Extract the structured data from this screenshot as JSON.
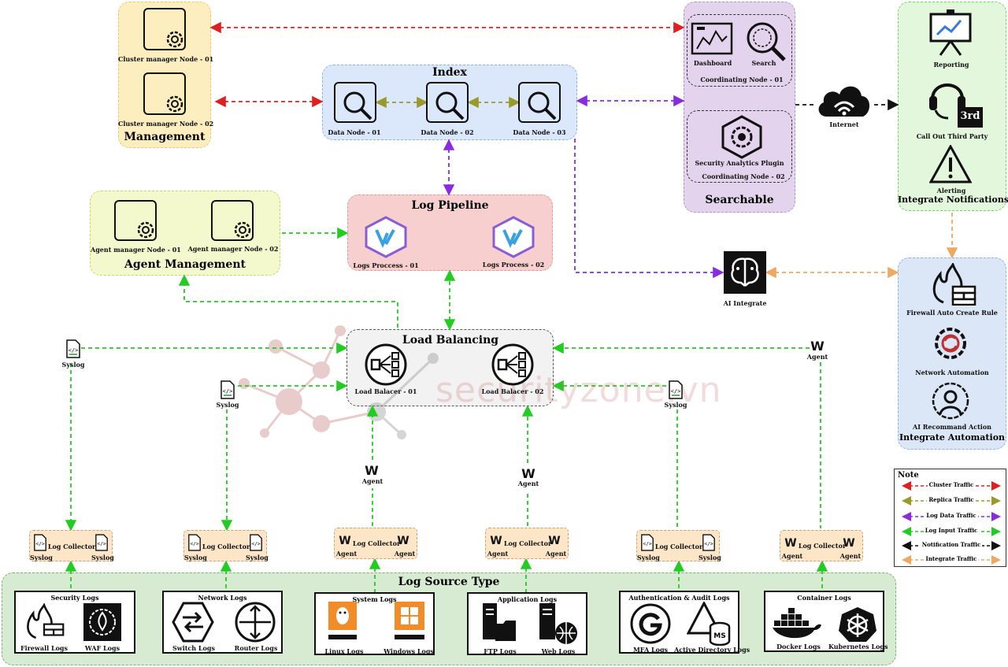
{
  "groups": {
    "management": {
      "title": "Management",
      "nodes": [
        "Cluster manager Node - 01",
        "Cluster manager Node - 02"
      ]
    },
    "index": {
      "title": "Index",
      "nodes": [
        "Data Node - 01",
        "Data Node - 02",
        "Data Node - 03"
      ]
    },
    "searchable": {
      "title": "Searchable",
      "coord1": {
        "items": [
          "Dashboard",
          "Search"
        ],
        "label": "Coordinating Node - 01"
      },
      "coord2": {
        "plugin": "Security Analytics Plugin",
        "label": "Coordinating Node - 02"
      }
    },
    "notifications": {
      "title": "Integrate Notifications",
      "items": [
        "Reporting",
        "Call Out Third Party",
        "Alerting"
      ],
      "badge": "3rd"
    },
    "agent_management": {
      "title": "Agent Management",
      "nodes": [
        "Agent manager Node - 01",
        "Agent manager Node - 02"
      ]
    },
    "log_pipeline": {
      "title": "Log Pipeline",
      "nodes": [
        "Logs Proccess - 01",
        "Logs Process - 02"
      ]
    },
    "load_balancing": {
      "title": "Load Balancing",
      "nodes": [
        "Load Balacer - 01",
        "Load Balacer - 02"
      ]
    },
    "automation": {
      "title": "Integrate Automation",
      "items": [
        "Firewall Auto Create Rule",
        "Network Automation",
        "AI Recommand Action"
      ]
    },
    "log_source": {
      "title": "Log Source Type"
    }
  },
  "internet": "Internet",
  "ai_integrate": "AI Integrate",
  "syslog": "Syslog",
  "agent": "Agent",
  "agent_logo": "W",
  "log_collector": "Log Collector",
  "sources": [
    {
      "title": "Security Logs",
      "items": [
        "Firewall Logs",
        "WAF Logs"
      ]
    },
    {
      "title": "Network Logs",
      "items": [
        "Switch Logs",
        "Router Logs"
      ]
    },
    {
      "title": "System Logs",
      "items": [
        "Linux Logs",
        "Windows Logs"
      ]
    },
    {
      "title": "Application Logs",
      "items": [
        "FTP Logs",
        "Web Logs"
      ]
    },
    {
      "title": "Authentication & Audit Logs",
      "items": [
        "MFA Logs",
        "Active Directory Logs"
      ]
    },
    {
      "title": "Container Logs",
      "items": [
        "Docker Logs",
        "Kubernetes Logs"
      ]
    }
  ],
  "watermark": "securityzone.vn",
  "note": {
    "title": "Note",
    "items": [
      {
        "label": "Cluster Traffic",
        "color": "#e02020"
      },
      {
        "label": "Replica Traffic",
        "color": "#9a9a2a"
      },
      {
        "label": "Log Data Traffic",
        "color": "#8a2be2"
      },
      {
        "label": "Log Input Traffic",
        "color": "#22cc22"
      },
      {
        "label": "Notification Traffic",
        "color": "#111111"
      },
      {
        "label": "Integrate Traffic",
        "color": "#f0a860"
      }
    ]
  },
  "colors": {
    "management": "#fdeec0",
    "index": "#dbe8fb",
    "searchable": "#e3d3ec",
    "notifications": "#e3f7dc",
    "agent_mgmt": "#f3f9cc",
    "pipeline": "#f7cfcf",
    "load_bal": "#f2f2f2",
    "automation": "#dbe6f6",
    "log_source": "#d7ead2",
    "collector": "#fde6c8"
  }
}
